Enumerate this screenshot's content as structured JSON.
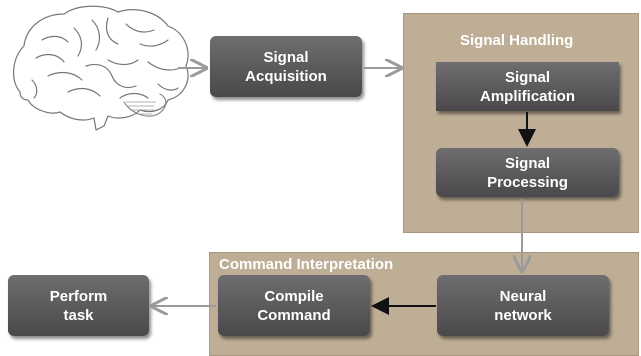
{
  "regions": {
    "signal_handling": {
      "title": "Signal Handling"
    },
    "command_interpretation": {
      "title": "Command Interpretation"
    }
  },
  "nodes": {
    "signal_acquisition": "Signal\nAcquisition",
    "signal_amplification": "Signal\nAmplification",
    "signal_processing": "Signal\nProcessing",
    "neural_network": "Neural\nnetwork",
    "compile_command": "Compile\nCommand",
    "perform_task": "Perform\ntask"
  },
  "icons": {
    "brain": "brain-icon"
  },
  "colors": {
    "region_fill": "#bfae96",
    "box_top": "#6f6d6f",
    "box_bottom": "#4a484a",
    "arrow_gray": "#9a9a9a",
    "arrow_dark": "#111111"
  }
}
